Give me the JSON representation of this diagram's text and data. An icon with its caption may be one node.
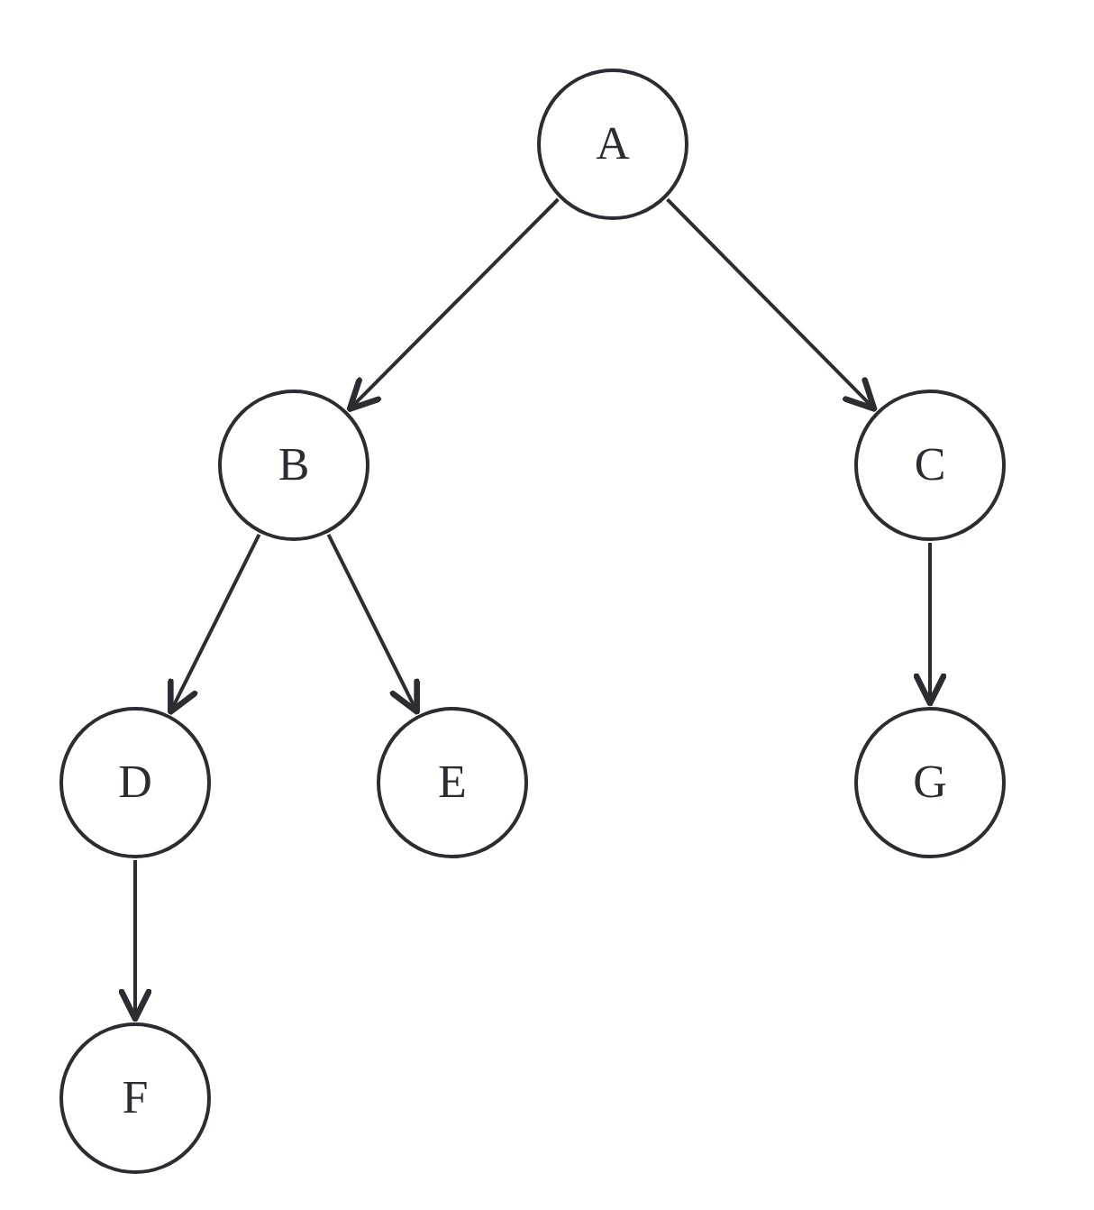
{
  "diagram": {
    "nodes": [
      {
        "text": [
          "A"
        ]
      },
      {
        "text": [
          "B"
        ]
      },
      {
        "text": [
          "C"
        ]
      },
      {
        "text": [
          "D"
        ]
      },
      {
        "text": [
          "E"
        ]
      },
      {
        "text": [
          "G"
        ]
      },
      {
        "text": [
          "F"
        ]
      }
    ],
    "edges": [
      {
        "from": 0,
        "to": 1,
        "arrow": "to"
      },
      {
        "from": 0,
        "to": 2,
        "arrow": "to"
      },
      {
        "from": 1,
        "to": 3,
        "arrow": "to"
      },
      {
        "from": 1,
        "to": 4,
        "arrow": "to"
      },
      {
        "from": 2,
        "to": 5,
        "arrow": "to"
      },
      {
        "from": 3,
        "to": 6,
        "arrow": "to"
      }
    ]
  }
}
